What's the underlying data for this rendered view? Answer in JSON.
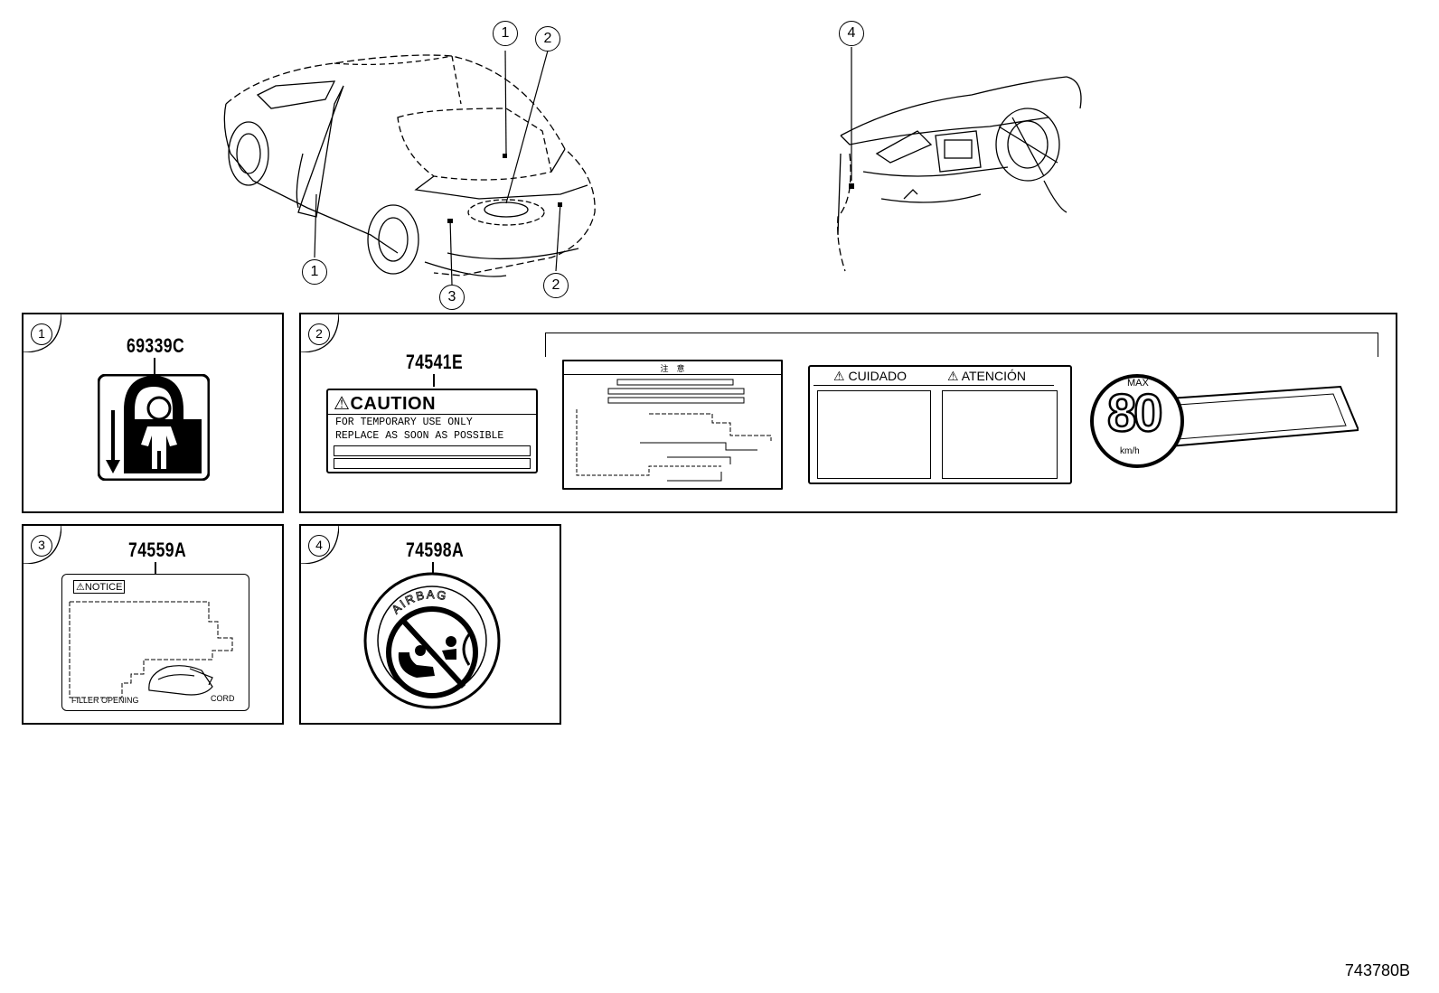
{
  "callouts": {
    "car": [
      "1",
      "2",
      "1",
      "3",
      "2"
    ],
    "dash": [
      "4"
    ]
  },
  "panels": [
    {
      "num": "1",
      "part": "69339C"
    },
    {
      "num": "2",
      "part": "74541E"
    },
    {
      "num": "3",
      "part": "74559A"
    },
    {
      "num": "4",
      "part": "74598A"
    }
  ],
  "caution_label": {
    "title": "CAUTION",
    "line1": "FOR TEMPORARY USE ONLY",
    "line2": "REPLACE AS SOON AS POSSIBLE"
  },
  "jp_label": {
    "title": "注　意"
  },
  "spanish_label": {
    "left": "CUIDADO",
    "right": "ATENCIÓN"
  },
  "speed_label": {
    "max": "MAX",
    "value": "80",
    "unit": "km/h"
  },
  "notice_label": {
    "title": "NOTICE",
    "left_caption": "FILLER OPENING",
    "right_caption": "CORD"
  },
  "airbag_label": {
    "arc_text": "AIRBAG"
  },
  "drawing_code": "743780B"
}
